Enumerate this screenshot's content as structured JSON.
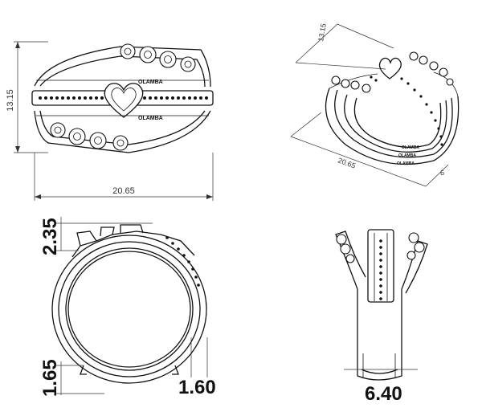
{
  "brand": "OLAMBA",
  "dimensions": {
    "front_width": "20.65",
    "front_height": "13.15",
    "iso_height": "13.15",
    "iso_width": "20.65",
    "iso_depth": "6",
    "side_top": "2.35",
    "side_bottom": "1.65",
    "side_band": "1.60",
    "profile_width": "6.40"
  }
}
